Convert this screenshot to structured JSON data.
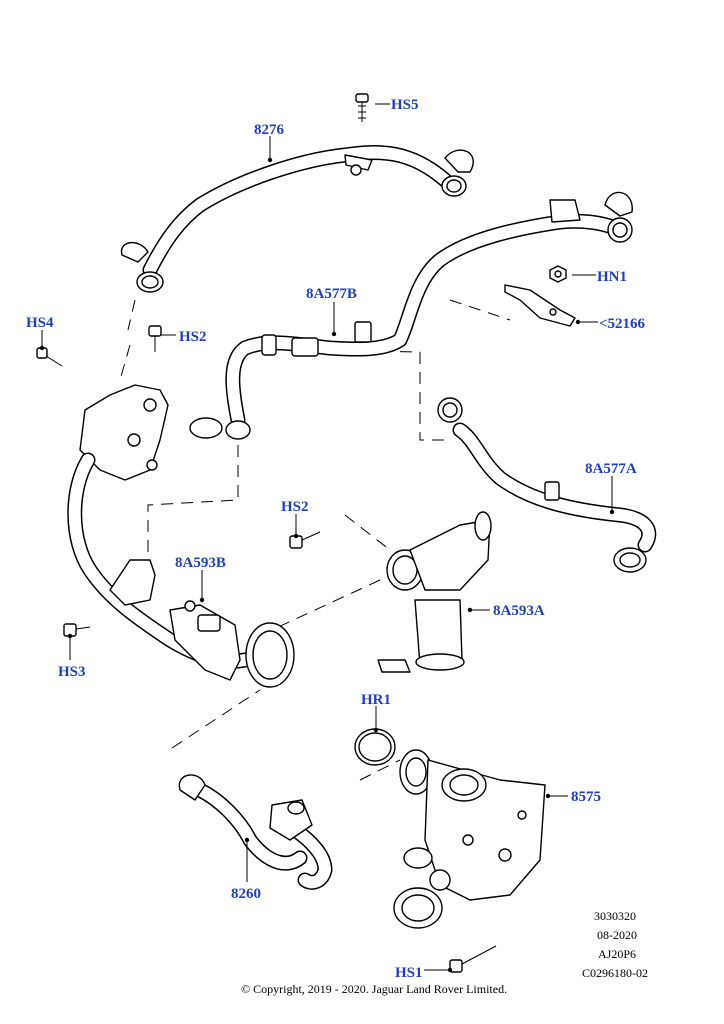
{
  "callouts": {
    "hs5": "HS5",
    "p8276": "8276",
    "hn1": "HN1",
    "p8a577b": "8A577B",
    "p52166": "<52166",
    "hs4": "HS4",
    "hs2_top": "HS2",
    "p8a577a": "8A577A",
    "hs2_mid": "HS2",
    "p8a593b": "8A593B",
    "p8a593a": "8A593A",
    "hs3": "HS3",
    "hr1": "HR1",
    "p8575": "8575",
    "p8260": "8260",
    "hs1": "HS1"
  },
  "info_block": {
    "line1": "3030320",
    "line2": "08-2020",
    "line3": "AJ20P6",
    "line4": "C0296180-02"
  },
  "copyright": "© Copyright, 2019 - 2020. Jaguar Land Rover Limited.",
  "colors": {
    "callout": "#1f3fbf",
    "line": "#000000",
    "background": "#ffffff"
  }
}
